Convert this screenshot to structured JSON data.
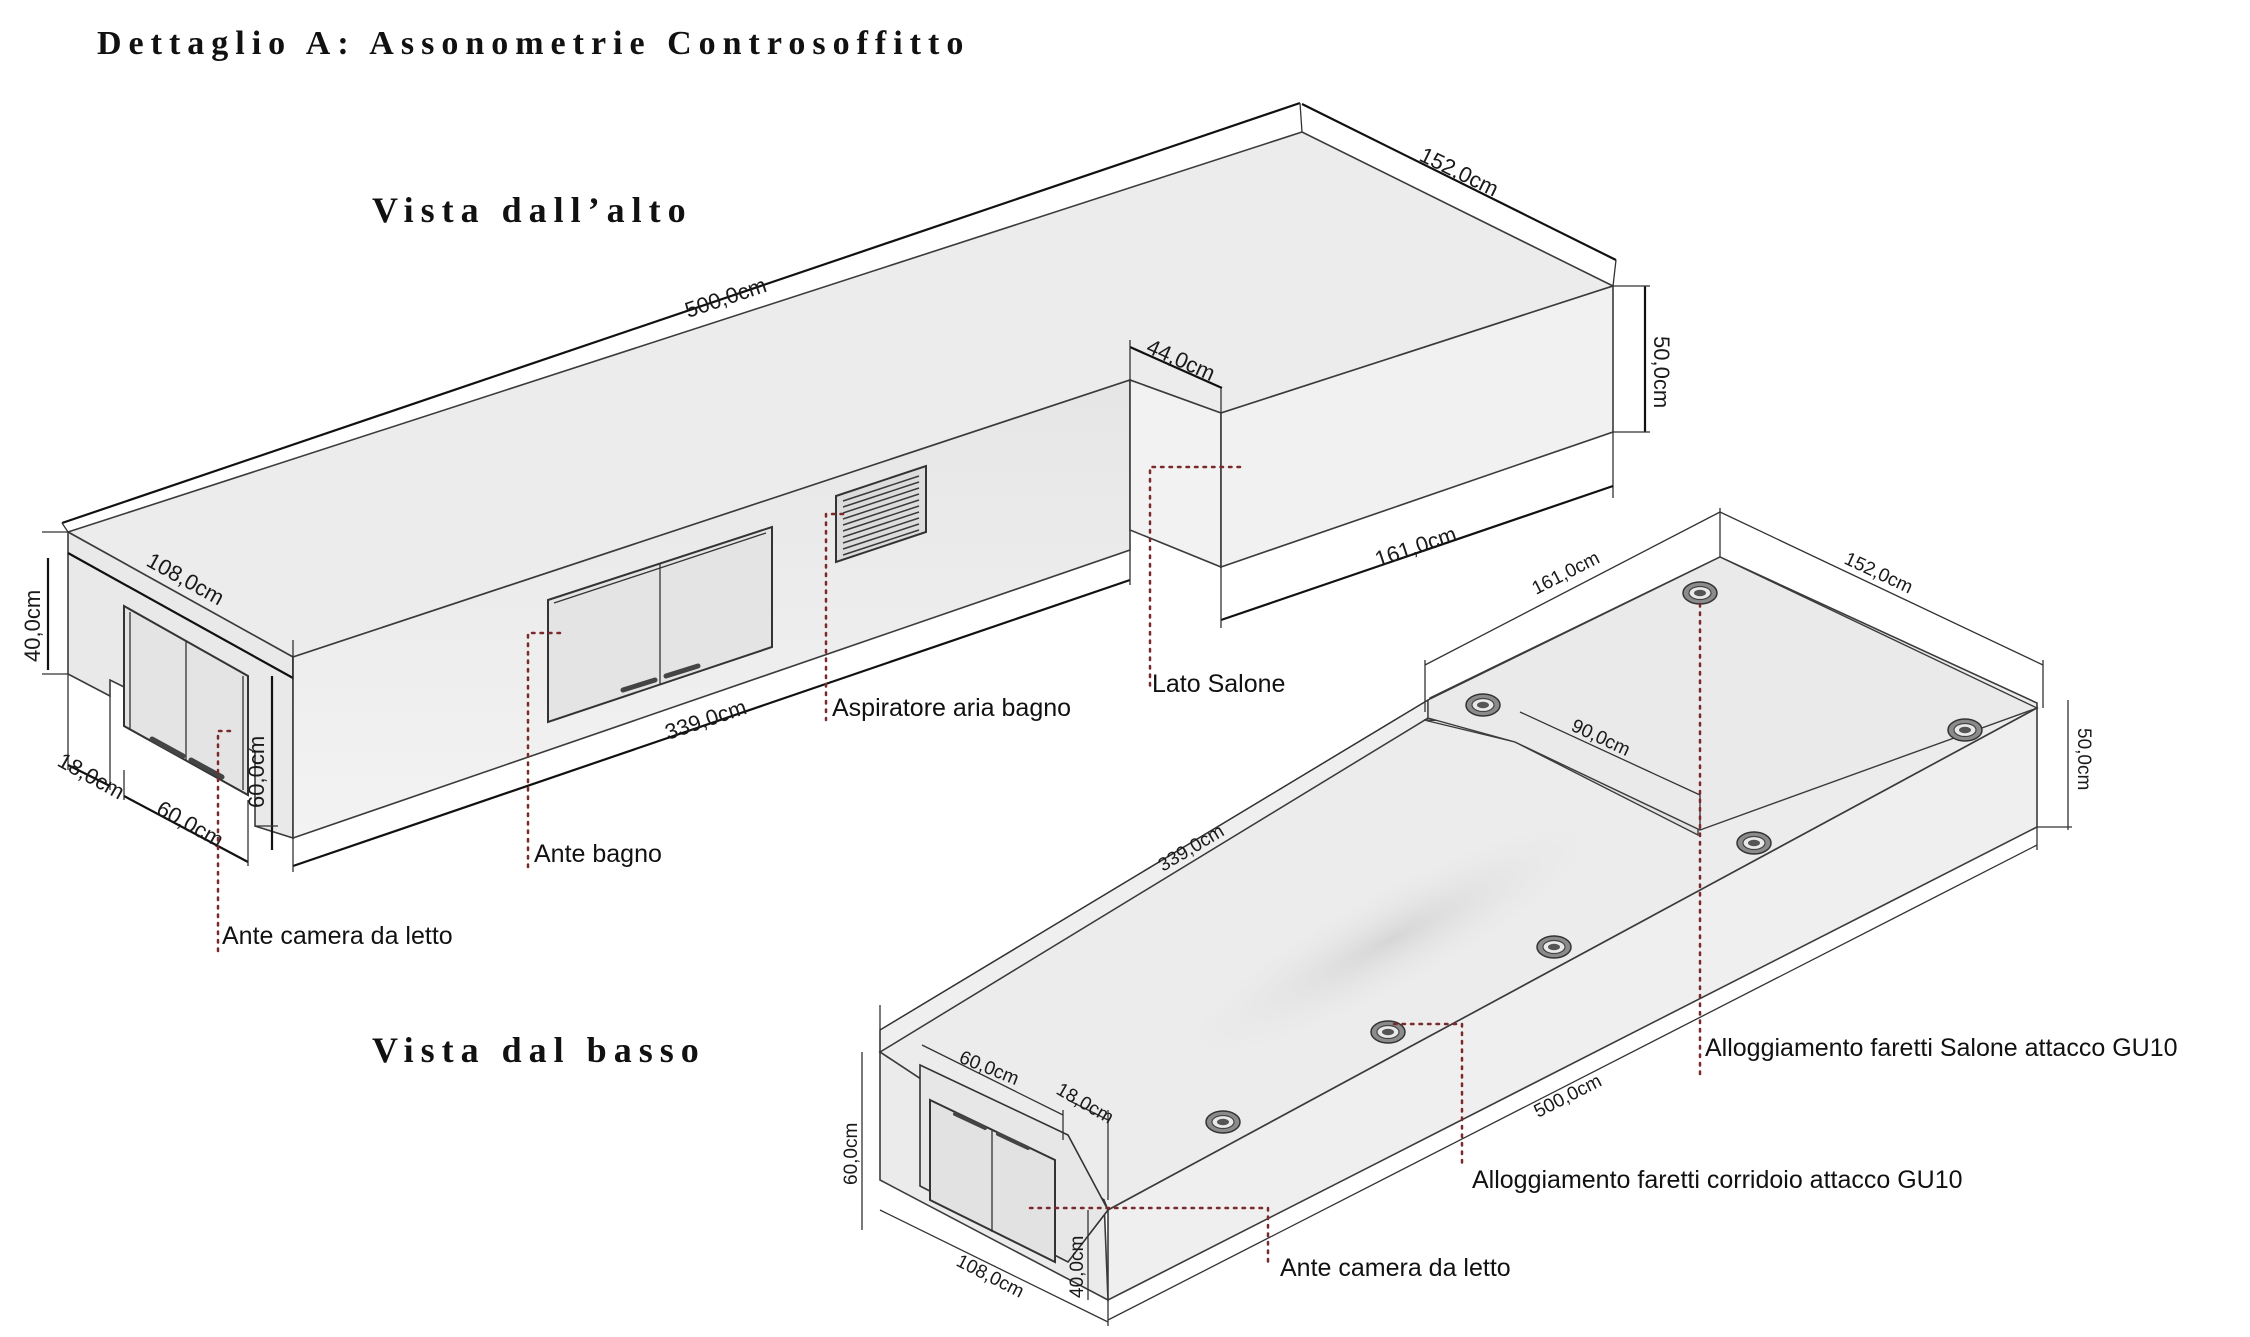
{
  "title": "Dettaglio A: Assonometrie Controsoffitto",
  "view_top": {
    "title": "Vista dall’alto",
    "dims": {
      "length_total": "500,0cm",
      "width_right": "152,0cm",
      "height_right": "50,0cm",
      "step": "44,0cm",
      "length_right": "161,0cm",
      "width_left": "108,0cm",
      "height_left": "40,0cm",
      "door_height": "60,0cm",
      "notch": "18,0cm",
      "door_width": "60,0cm",
      "length_left": "339,0cm"
    },
    "labels": {
      "lato_salone": "Lato Salone",
      "aspiratore": "Aspiratore aria bagno",
      "ante_bagno": "Ante bagno",
      "ante_camera": "Ante camera da letto"
    }
  },
  "view_bottom": {
    "title": "Vista dal basso",
    "dims": {
      "length_right": "161,0cm",
      "width_right": "152,0cm",
      "height_right": "50,0cm",
      "step": "90,0cm",
      "length_left": "339,0cm",
      "door_width": "60,0cm",
      "notch": "18,0cm",
      "door_height": "60,0cm",
      "height_left": "40,0cm",
      "width_left": "108,0cm",
      "length_total": "500,0cm"
    },
    "labels": {
      "faretti_salone": "Alloggiamento faretti Salone attacco GU10",
      "faretti_corridoio": "Alloggiamento faretti corridoio attacco GU10",
      "ante_camera": "Ante camera da letto"
    }
  }
}
